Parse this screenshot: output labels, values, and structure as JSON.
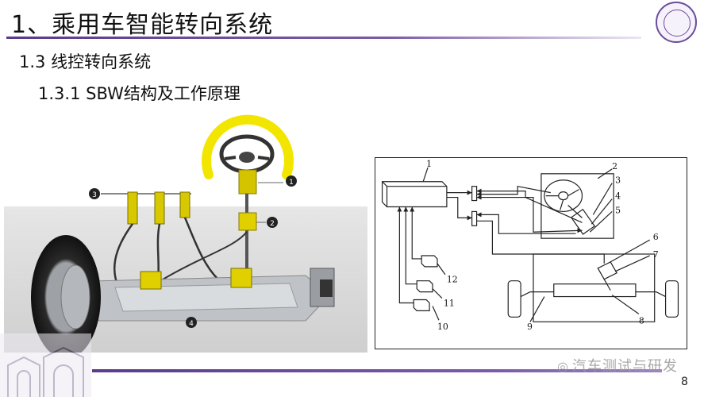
{
  "slide": {
    "title": "1、乘用车智能转向系统",
    "subtitle1": "1.3  线控转向系统",
    "subtitle2": "1.3.1  SBW结构及工作原理",
    "page_number": "8",
    "watermark": "汽车测试与研发"
  },
  "photo_callouts": [
    "1",
    "2",
    "3",
    "4"
  ],
  "diagram_labels": [
    "1",
    "2",
    "3",
    "4",
    "5",
    "6",
    "7",
    "8",
    "9",
    "10",
    "11",
    "12"
  ],
  "colors": {
    "accent": "#6b4c9a",
    "highlight_yellow": "#f2e600"
  },
  "icons": {
    "logo": "university-seal-icon",
    "watermark": "wechat-icon"
  }
}
